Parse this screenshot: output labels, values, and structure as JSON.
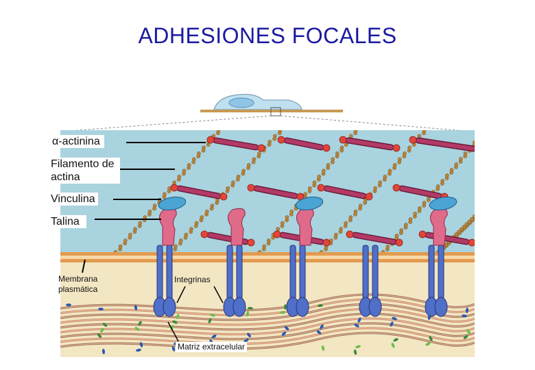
{
  "title": "ADHESIONES FOCALES",
  "labels": {
    "alpha_actinina": "α-actinina",
    "filamento_line1": "Filamento de",
    "filamento_line2": "actina",
    "vinculina": "Vinculina",
    "talina": "Talina",
    "membrana_line1": "Membrana",
    "membrana_line2": "plasmática",
    "integrinas": "Integrinas",
    "matriz": "Matriz extracelular"
  },
  "colors": {
    "title": "#1a1aa0",
    "cytoplasm": "#a9d3df",
    "extracellular": "#f3e6c3",
    "actin": "#b8843c",
    "alpha_actinin": "#b23a66",
    "talin": "#e06a8a",
    "vinculin": "#4aa4d4",
    "integrin": "#4f6fc8",
    "membrane": "#e39a4e"
  }
}
